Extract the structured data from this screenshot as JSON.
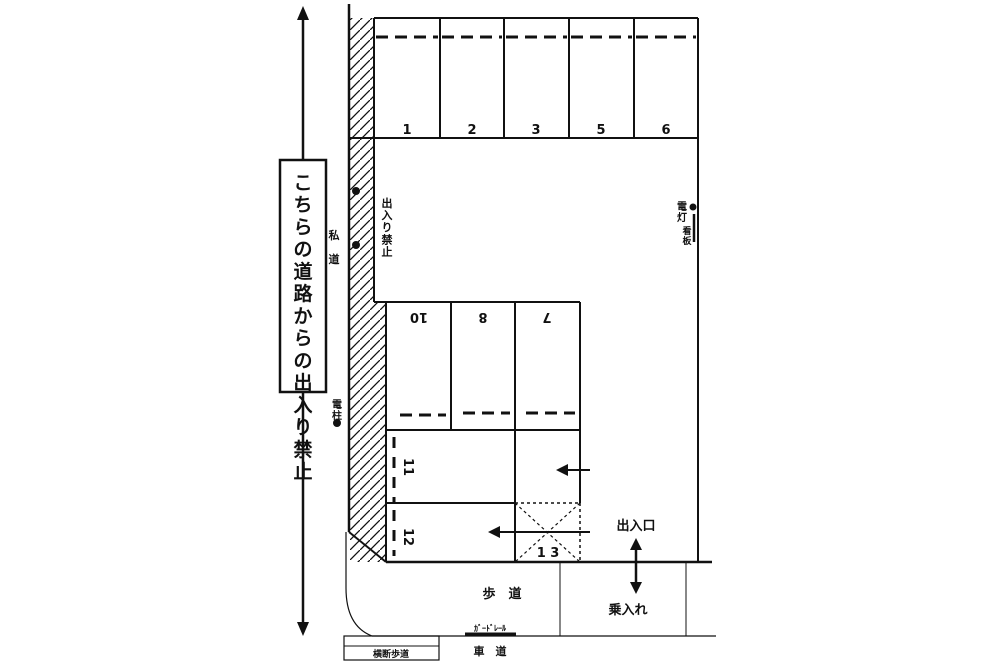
{
  "colors": {
    "line": "#111111",
    "background": "#ffffff"
  },
  "warning_text": "こちらの道路からの出入り禁止",
  "labels": {
    "private_road": "私道",
    "no_entry": "出入り禁止",
    "light": "電灯",
    "signboard": "看板",
    "utility_pole": "電柱",
    "entrance": "出入口",
    "sidewalk": "歩　道",
    "boarding": "乗入れ",
    "guardrail": "ｶﾞｰﾄﾞﾚｰﾙ",
    "roadway": "車　道",
    "crosswalk": "横断歩道"
  },
  "spaces": {
    "top": [
      "1",
      "2",
      "3",
      "5",
      "6"
    ],
    "middle": [
      "10",
      "8",
      "7"
    ],
    "side": [
      "11",
      "12"
    ],
    "reserved": "1 3"
  },
  "icons": {
    "vertical_arrow": "double-arrow-vertical-icon",
    "entrance_arrow": "double-arrow-vertical-icon",
    "pole_marker": "dot-icon"
  }
}
